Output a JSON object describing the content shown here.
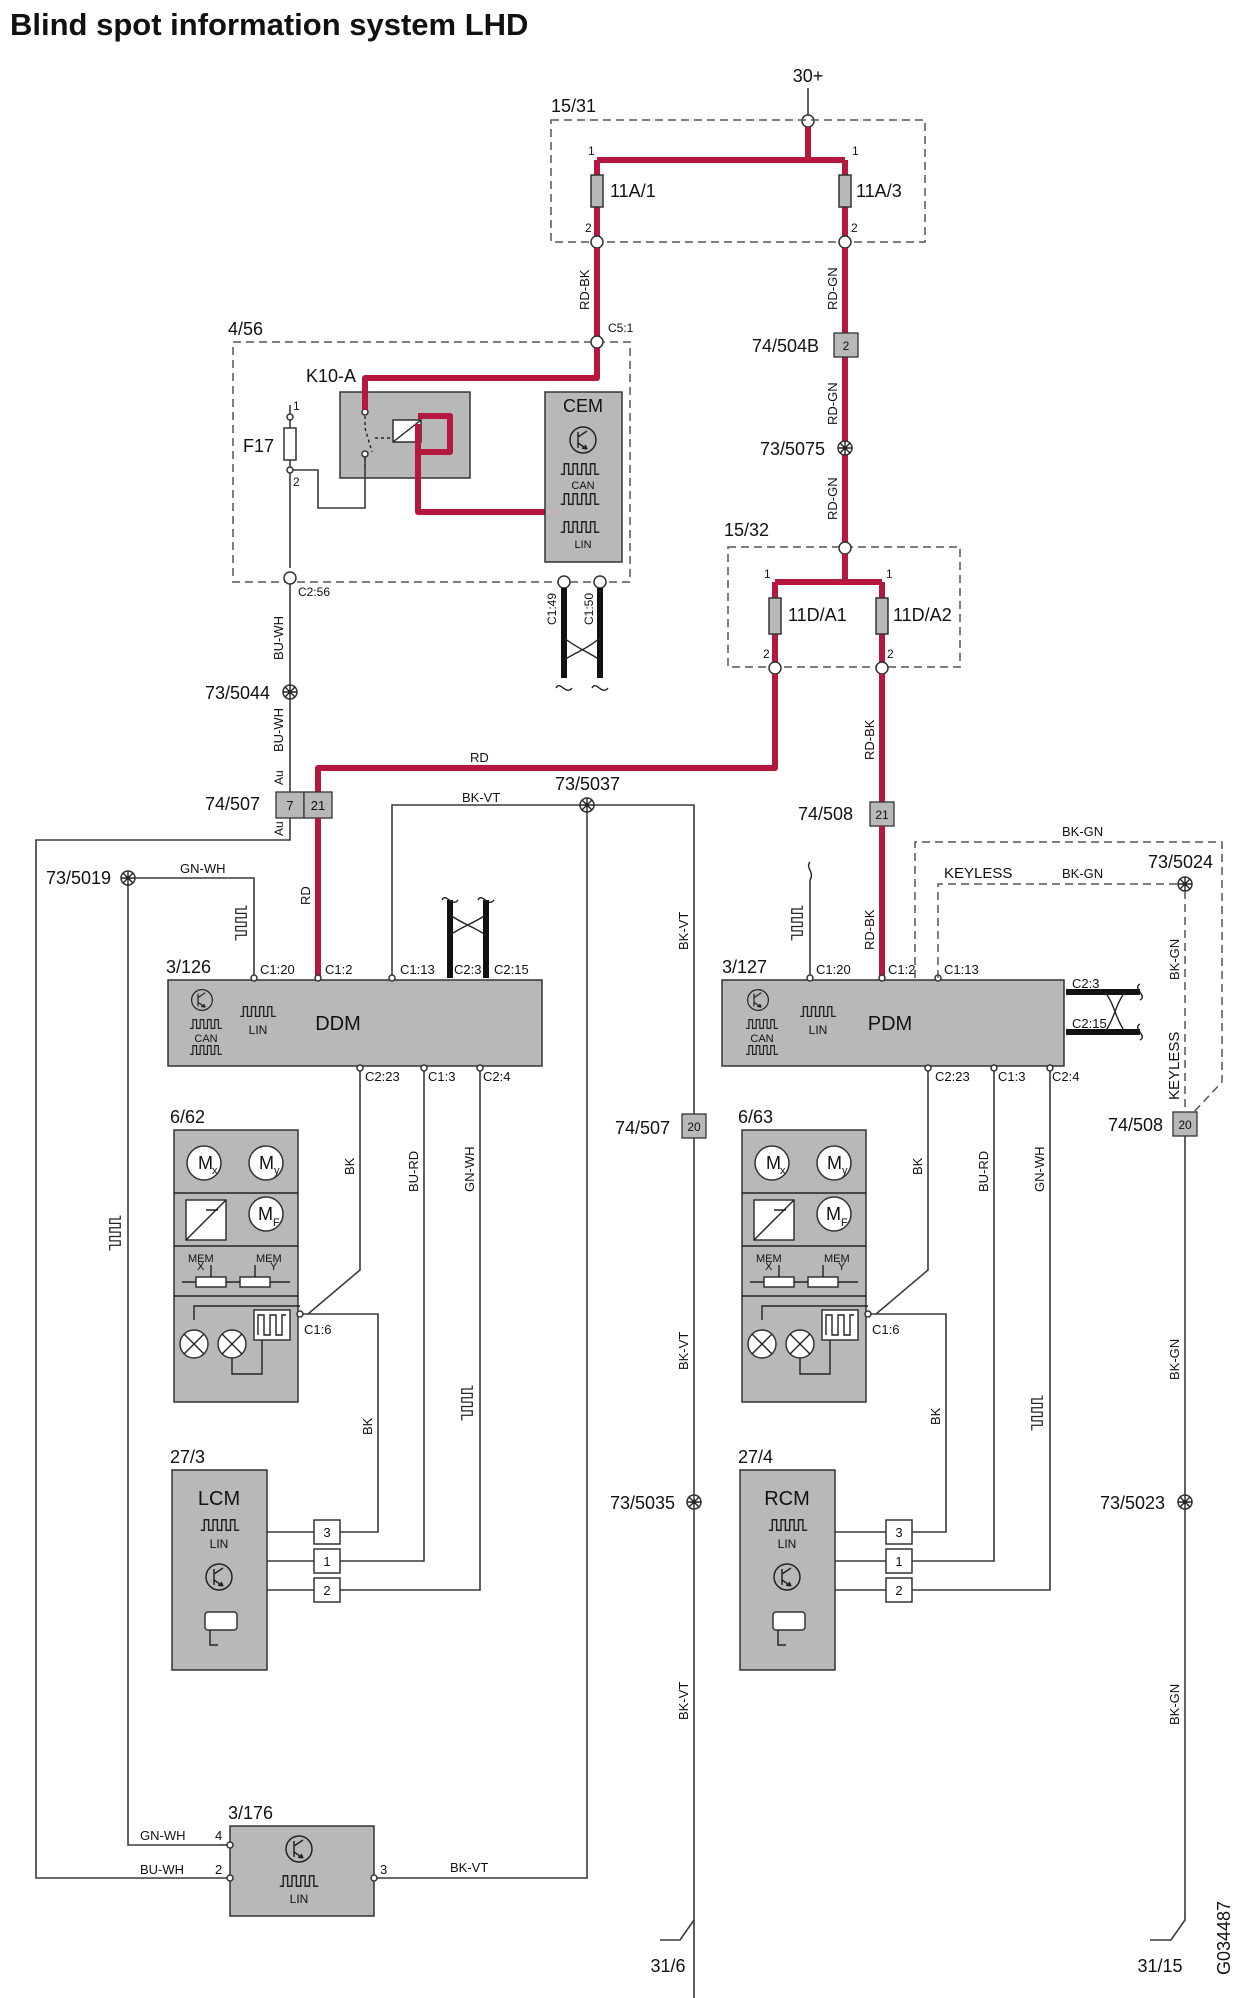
{
  "title": "Blind spot information system LHD",
  "drawing_id": "G034487",
  "supply": "30+",
  "grounds": [
    "31/6",
    "31/15"
  ],
  "boxes": {
    "fusebox_15_31": "15/31",
    "fusebox_15_32": "15/32",
    "relaybox_4_56": "4/56"
  },
  "fuses": {
    "f11a1": "11A/1",
    "f11a3": "11A/3",
    "f11d_a1": "11D/A1",
    "f11d_a2": "11D/A2",
    "f17": "F17"
  },
  "components": {
    "k10a": "K10-A",
    "cem": "CEM",
    "ddm": "DDM",
    "ddm_id": "3/126",
    "pdm": "PDM",
    "pdm_id": "3/127",
    "mirror_left_id": "6/62",
    "mirror_right_id": "6/63",
    "lcm": "LCM",
    "lcm_id": "27/3",
    "rcm": "RCM",
    "rcm_id": "27/4",
    "module_3_176": "3/176"
  },
  "bus": {
    "can": "CAN",
    "lin": "LIN"
  },
  "mem": {
    "mem": "MEM",
    "x": "X",
    "y": "Y"
  },
  "motors": {
    "m": "M",
    "x": "x",
    "y": "y",
    "f": "F"
  },
  "connectors": {
    "c5_1": "C5:1",
    "c2_56": "C2:56",
    "c1_49": "C1:49",
    "c1_50": "C1:50",
    "c1_20": "C1:20",
    "c1_2": "C1:2",
    "c1_13": "C1:13",
    "c2_3": "C2:3",
    "c2_15": "C2:15",
    "c2_23": "C2:23",
    "c1_3": "C1:3",
    "c2_4": "C2:4",
    "c1_6": "C1:6"
  },
  "junctions": {
    "j74_504b": "74/504B",
    "j74_504b_pin": "2",
    "j73_5075": "73/5075",
    "j73_5044": "73/5044",
    "j74_507": "74/507",
    "j74_507_pin_a": "7",
    "j74_507_pin_b": "21",
    "j74_507_pin_c": "20",
    "j73_5037": "73/5037",
    "j74_508": "74/508",
    "j74_508_pin_a": "21",
    "j74_508_pin_b": "20",
    "j73_5019": "73/5019",
    "j73_5024": "73/5024",
    "j73_5035": "73/5035",
    "j73_5023": "73/5023"
  },
  "pins": {
    "p1": "1",
    "p2": "2",
    "p3": "3",
    "p4": "4"
  },
  "wire_colors": {
    "rd_bk": "RD-BK",
    "rd_gn": "RD-GN",
    "rd": "RD",
    "bu_wh": "BU-WH",
    "au": "Au",
    "bk_vt": "BK-VT",
    "gn_wh": "GN-WH",
    "bk": "BK",
    "bu_rd": "BU-RD",
    "bk_gn": "BK-GN",
    "keyless": "KEYLESS"
  },
  "colors": {
    "power_wire": "#b5173f",
    "module_fill": "#b8b8b8"
  }
}
